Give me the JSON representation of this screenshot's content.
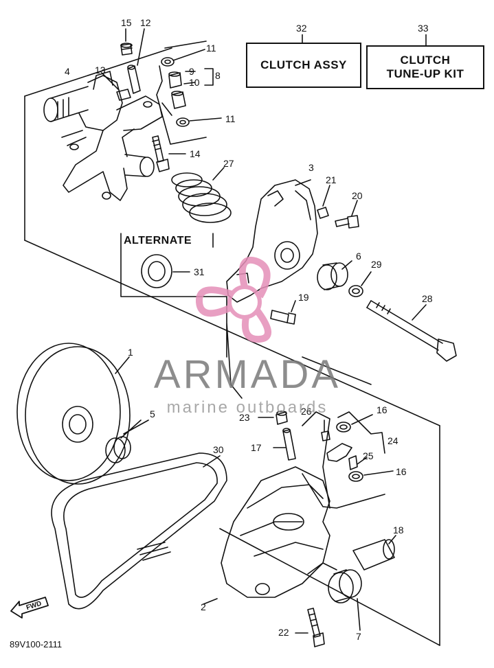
{
  "callouts": {
    "n1": "1",
    "n2": "2",
    "n3": "3",
    "n4": "4",
    "n5": "5",
    "n6": "6",
    "n7": "7",
    "n8": "8",
    "n9": "9",
    "n10": "10",
    "n11a": "11",
    "n11b": "11",
    "n12": "12",
    "n13": "13",
    "n14": "14",
    "n15": "15",
    "n16a": "16",
    "n16b": "16",
    "n17": "17",
    "n18": "18",
    "n19": "19",
    "n20": "20",
    "n21": "21",
    "n22": "22",
    "n23": "23",
    "n24": "24",
    "n25": "25",
    "n26": "26",
    "n27": "27",
    "n28": "28",
    "n29": "29",
    "n30": "30",
    "n31": "31",
    "n32": "32",
    "n33": "33"
  },
  "boxes": {
    "clutch_assy": "CLUTCH ASSY",
    "tune_up_kit_line1": "CLUTCH",
    "tune_up_kit_line2": "TUNE-UP KIT"
  },
  "alternate_label": "ALTERNATE",
  "watermark": {
    "title": "ARMADA",
    "subtitle": "marine outboards",
    "logo_color": "#e58fb8"
  },
  "fwd_label": "FWD",
  "diagram_code": "89V100-2111"
}
